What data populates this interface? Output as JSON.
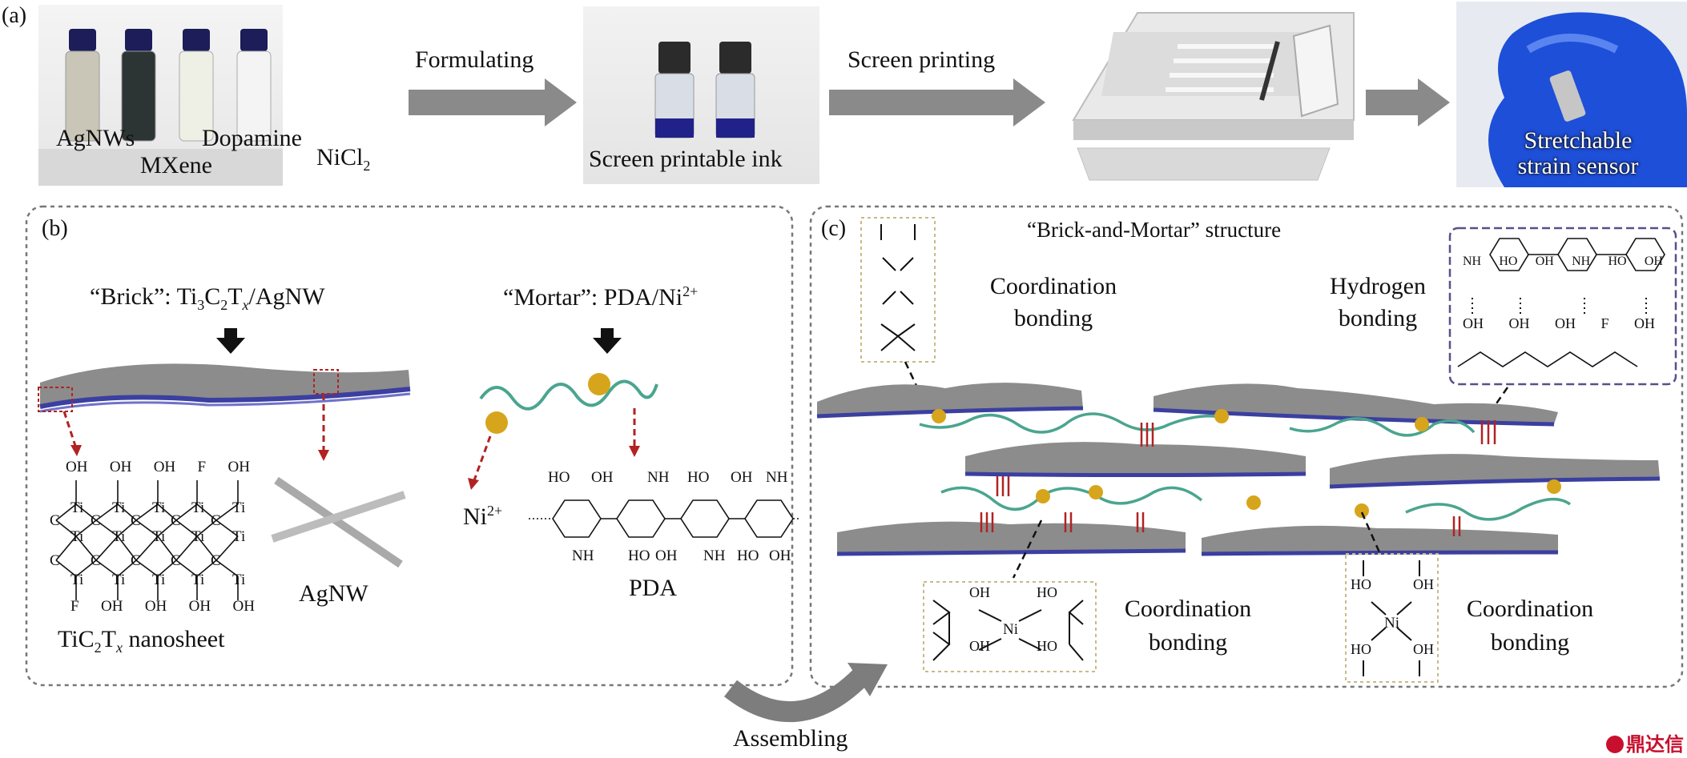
{
  "panel_a": {
    "tag": "(a)",
    "vial_labels": [
      "AgNWs",
      "MXene",
      "Dopamine",
      "NiCl"
    ],
    "nicl_sub": "2",
    "step1": "Formulating",
    "ink_label": "Screen printable ink",
    "step2": "Screen printing",
    "sensor_line1": "Stretchable",
    "sensor_line2": "strain sensor"
  },
  "panel_b": {
    "tag": "(b)",
    "brick_prefix": "“Brick”: Ti",
    "brick_sub1": "3",
    "brick_c": "C",
    "brick_sub2": "2",
    "brick_t": "T",
    "brick_x": "x",
    "brick_suffix": "/AgNW",
    "mortar_prefix": "“Mortar”: PDA/Ni",
    "mortar_sup": "2+",
    "nanosheet_prefix": "TiC",
    "nanosheet_sub": "2",
    "nanosheet_t": "T",
    "nanosheet_x": "x",
    "nanosheet_suffix": " nanosheet",
    "agnw_label": "AgNW",
    "ni_label": "Ni",
    "ni_sup": "2+",
    "pda_label": "PDA",
    "mxene_top": [
      "OH",
      "OH",
      "OH",
      "F",
      "OH"
    ],
    "mxene_bottom": [
      "F",
      "OH",
      "OH",
      "OH",
      "OH"
    ],
    "pda_top": [
      "HO",
      "OH",
      "NH",
      "HO",
      "OH",
      "NH"
    ],
    "pda_bottom": [
      "NH",
      "HO",
      "OH",
      "NH",
      "HO",
      "OH"
    ]
  },
  "panel_c": {
    "tag": "(c)",
    "title": "“Brick-and-Mortar” structure",
    "coord_top_1": "Coordination",
    "coord_top_2": "bonding",
    "hydrogen_1": "Hydrogen",
    "hydrogen_2": "bonding",
    "coord_bl_1": "Coordination",
    "coord_bl_2": "bonding",
    "coord_br_1": "Coordination",
    "coord_br_2": "bonding",
    "hbond_top": [
      "NH",
      "HO",
      "OH",
      "NH",
      "HO",
      "OH"
    ],
    "hbond_bottom": [
      "OH",
      "OH",
      "OH",
      "F",
      "OH"
    ],
    "ni_left": [
      "OH",
      "HO",
      "OH",
      "HO"
    ],
    "ni_right": [
      "HO",
      "OH",
      "HO",
      "OH"
    ]
  },
  "assembling": "Assembling",
  "watermark": "鼎达信",
  "colors": {
    "arrow_gray": "#8a8a8a",
    "panel_border": "#777777",
    "sheet_gray": "#8c8c8c",
    "sheet_blue": "#3b3fa0",
    "chain_green": "#4aa58f",
    "gold": "#d7a51b",
    "red_dash": "#b22222",
    "glove_blue": "#1e4fd8"
  }
}
